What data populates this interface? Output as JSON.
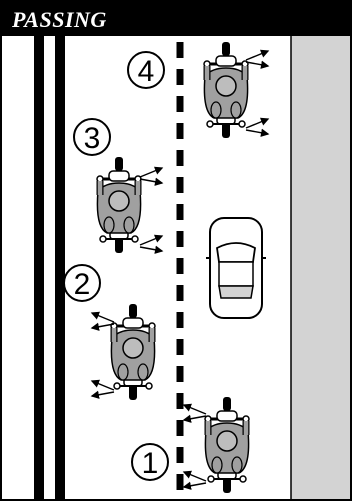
{
  "figure": {
    "title": "PASSING",
    "steps": [
      {
        "label": "1"
      },
      {
        "label": "2"
      },
      {
        "label": "3"
      },
      {
        "label": "4"
      }
    ]
  },
  "colors": {
    "road": "#ffffff",
    "shoulder": "#d3d3d3",
    "rider": "#999999",
    "lines": "#000000"
  }
}
